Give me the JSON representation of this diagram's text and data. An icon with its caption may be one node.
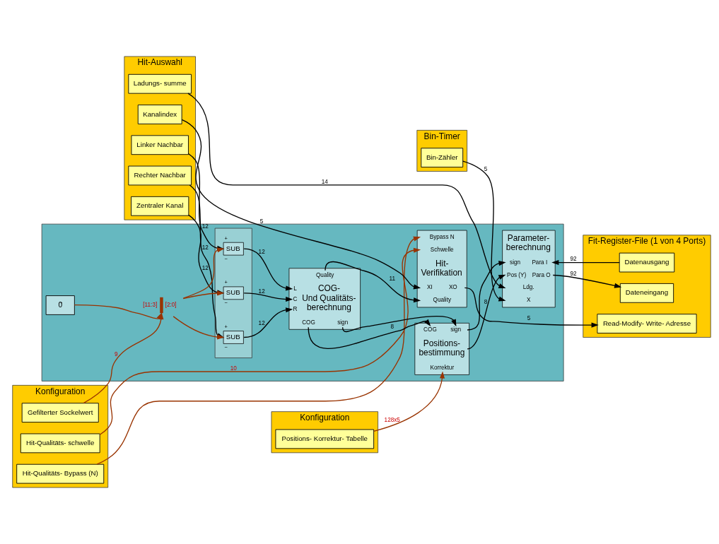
{
  "diagram": {
    "nodes": [
      {
        "text": [
          "Konfiguration"
        ]
      },
      {
        "text": [
          "Hit-Qualitäts- Bypass (N)"
        ],
        "in": 0
      },
      {
        "text": [
          "Hit-Qualitäts- schwelle"
        ],
        "in": 0
      },
      {
        "text": [
          "Gefilterter Sockelwert"
        ],
        "in": 0
      },
      {
        "text": [
          "Hit-Auswahl"
        ]
      },
      {
        "text": [
          "Kanalindex"
        ],
        "in": 4
      },
      {
        "text": [
          "Linker Nachbar"
        ],
        "in": 4
      },
      {
        "text": [
          "Zentraler Kanal"
        ],
        "in": 4
      },
      {
        "text": [
          "Rechter Nachbar"
        ],
        "in": 4
      },
      {
        "text": [
          "Ladungs- summe"
        ],
        "in": 4
      },
      {
        "text": [
          "Konfiguration"
        ]
      },
      {
        "text": [
          "Positions- Korrektur- Tabelle"
        ],
        "in": 10
      },
      {
        "text": [
          "Bin-Timer"
        ]
      },
      {
        "text": [
          "Bin-Zähler"
        ],
        "in": 12
      },
      {
        "text": [],
        "shape": "box"
      },
      {
        "text": [
          "Bypass N",
          "Schwelle",
          "Hit- Verifikation",
          "XI",
          "XO",
          "Quality"
        ],
        "in": 14
      },
      {
        "text": [
          "0⃗"
        ],
        "in": 14
      },
      {
        "text": [],
        "shape": "bar",
        "in": 14,
        "beside": [
          "[11:3]",
          "[2:0]"
        ]
      },
      {
        "text": [],
        "shape": "box",
        "in": 14
      },
      {
        "text": [
          "SUB"
        ],
        "in": 18,
        "beside": [
          "+",
          "−"
        ]
      },
      {
        "text": [
          "SUB"
        ],
        "in": 18,
        "beside": [
          "+",
          "−"
        ]
      },
      {
        "text": [
          "SUB"
        ],
        "in": 18,
        "beside": [
          "+",
          "−"
        ]
      },
      {
        "text": [
          "Quality",
          "L",
          "C",
          "R",
          "COG- Und Qualitäts- berechnung",
          "COG",
          "sign"
        ],
        "in": 14
      },
      {
        "text": [
          "COG",
          "sign",
          "Positions- bestimmung",
          "Korrektur"
        ],
        "in": 14
      },
      {
        "text": [
          "Parameter- berechnung",
          "sign",
          "Para I",
          "Pos (Y)",
          "Para O",
          "Ldg.",
          "X"
        ],
        "in": 14
      },
      {
        "text": [
          "Fit-Register-File (1 von 4 Ports)"
        ]
      },
      {
        "text": [
          "Read-Modify- Write- Adresse"
        ],
        "in": 25
      },
      {
        "text": [
          "Datenausgang"
        ],
        "in": 25
      },
      {
        "text": [
          "Dateneingang"
        ],
        "in": 25
      }
    ],
    "edges": [
      {
        "from": 1,
        "to": 15,
        "arrow": "to",
        "color": "#993300"
      },
      {
        "from": 2,
        "to": 15,
        "arrow": "to",
        "label": "10",
        "color": "#993300"
      },
      {
        "from": 3,
        "to": 17,
        "arrow": "to",
        "label": "9",
        "color": "#993300"
      },
      {
        "from": 16,
        "to": 17,
        "arrow": "to",
        "color": "#993300"
      },
      {
        "from": 17,
        "to": 19,
        "arrow": "to",
        "color": "#993300"
      },
      {
        "from": 17,
        "to": 20,
        "arrow": "to",
        "color": "#993300"
      },
      {
        "from": 17,
        "to": 21,
        "arrow": "to",
        "color": "#993300"
      },
      {
        "from": 5,
        "to": 15,
        "arrow": "to",
        "label": "5"
      },
      {
        "from": 6,
        "to": 19,
        "arrow": "to",
        "label": "12"
      },
      {
        "from": 7,
        "to": 20,
        "arrow": "to",
        "label": "12"
      },
      {
        "from": 8,
        "to": 21,
        "arrow": "to",
        "label": "12"
      },
      {
        "from": 19,
        "to": 22,
        "arrow": "to",
        "label": "12"
      },
      {
        "from": 20,
        "to": 22,
        "arrow": "to",
        "label": "12"
      },
      {
        "from": 21,
        "to": 22,
        "arrow": "to",
        "label": "12"
      },
      {
        "from": 22,
        "to": 15,
        "arrow": "to",
        "label": "11"
      },
      {
        "from": 22,
        "to": 23,
        "arrow": "to",
        "label": "8"
      },
      {
        "from": 22,
        "to": 23,
        "arrow": "to"
      },
      {
        "from": 23,
        "to": 24,
        "arrow": "to"
      },
      {
        "from": 23,
        "to": 24,
        "arrow": "to",
        "label": "8"
      },
      {
        "from": 9,
        "to": 24,
        "arrow": "to",
        "label": "14"
      },
      {
        "from": 11,
        "to": 23,
        "arrow": "to",
        "label": "128x5",
        "color": "#993300"
      },
      {
        "from": 13,
        "to": 24,
        "arrow": "to",
        "label": "5"
      },
      {
        "from": 15,
        "to": 26,
        "arrow": "to",
        "label": "5"
      },
      {
        "from": 27,
        "to": 24,
        "arrow": "to",
        "label": "92"
      },
      {
        "from": 24,
        "to": 28,
        "arrow": "to",
        "label": "92"
      }
    ]
  }
}
